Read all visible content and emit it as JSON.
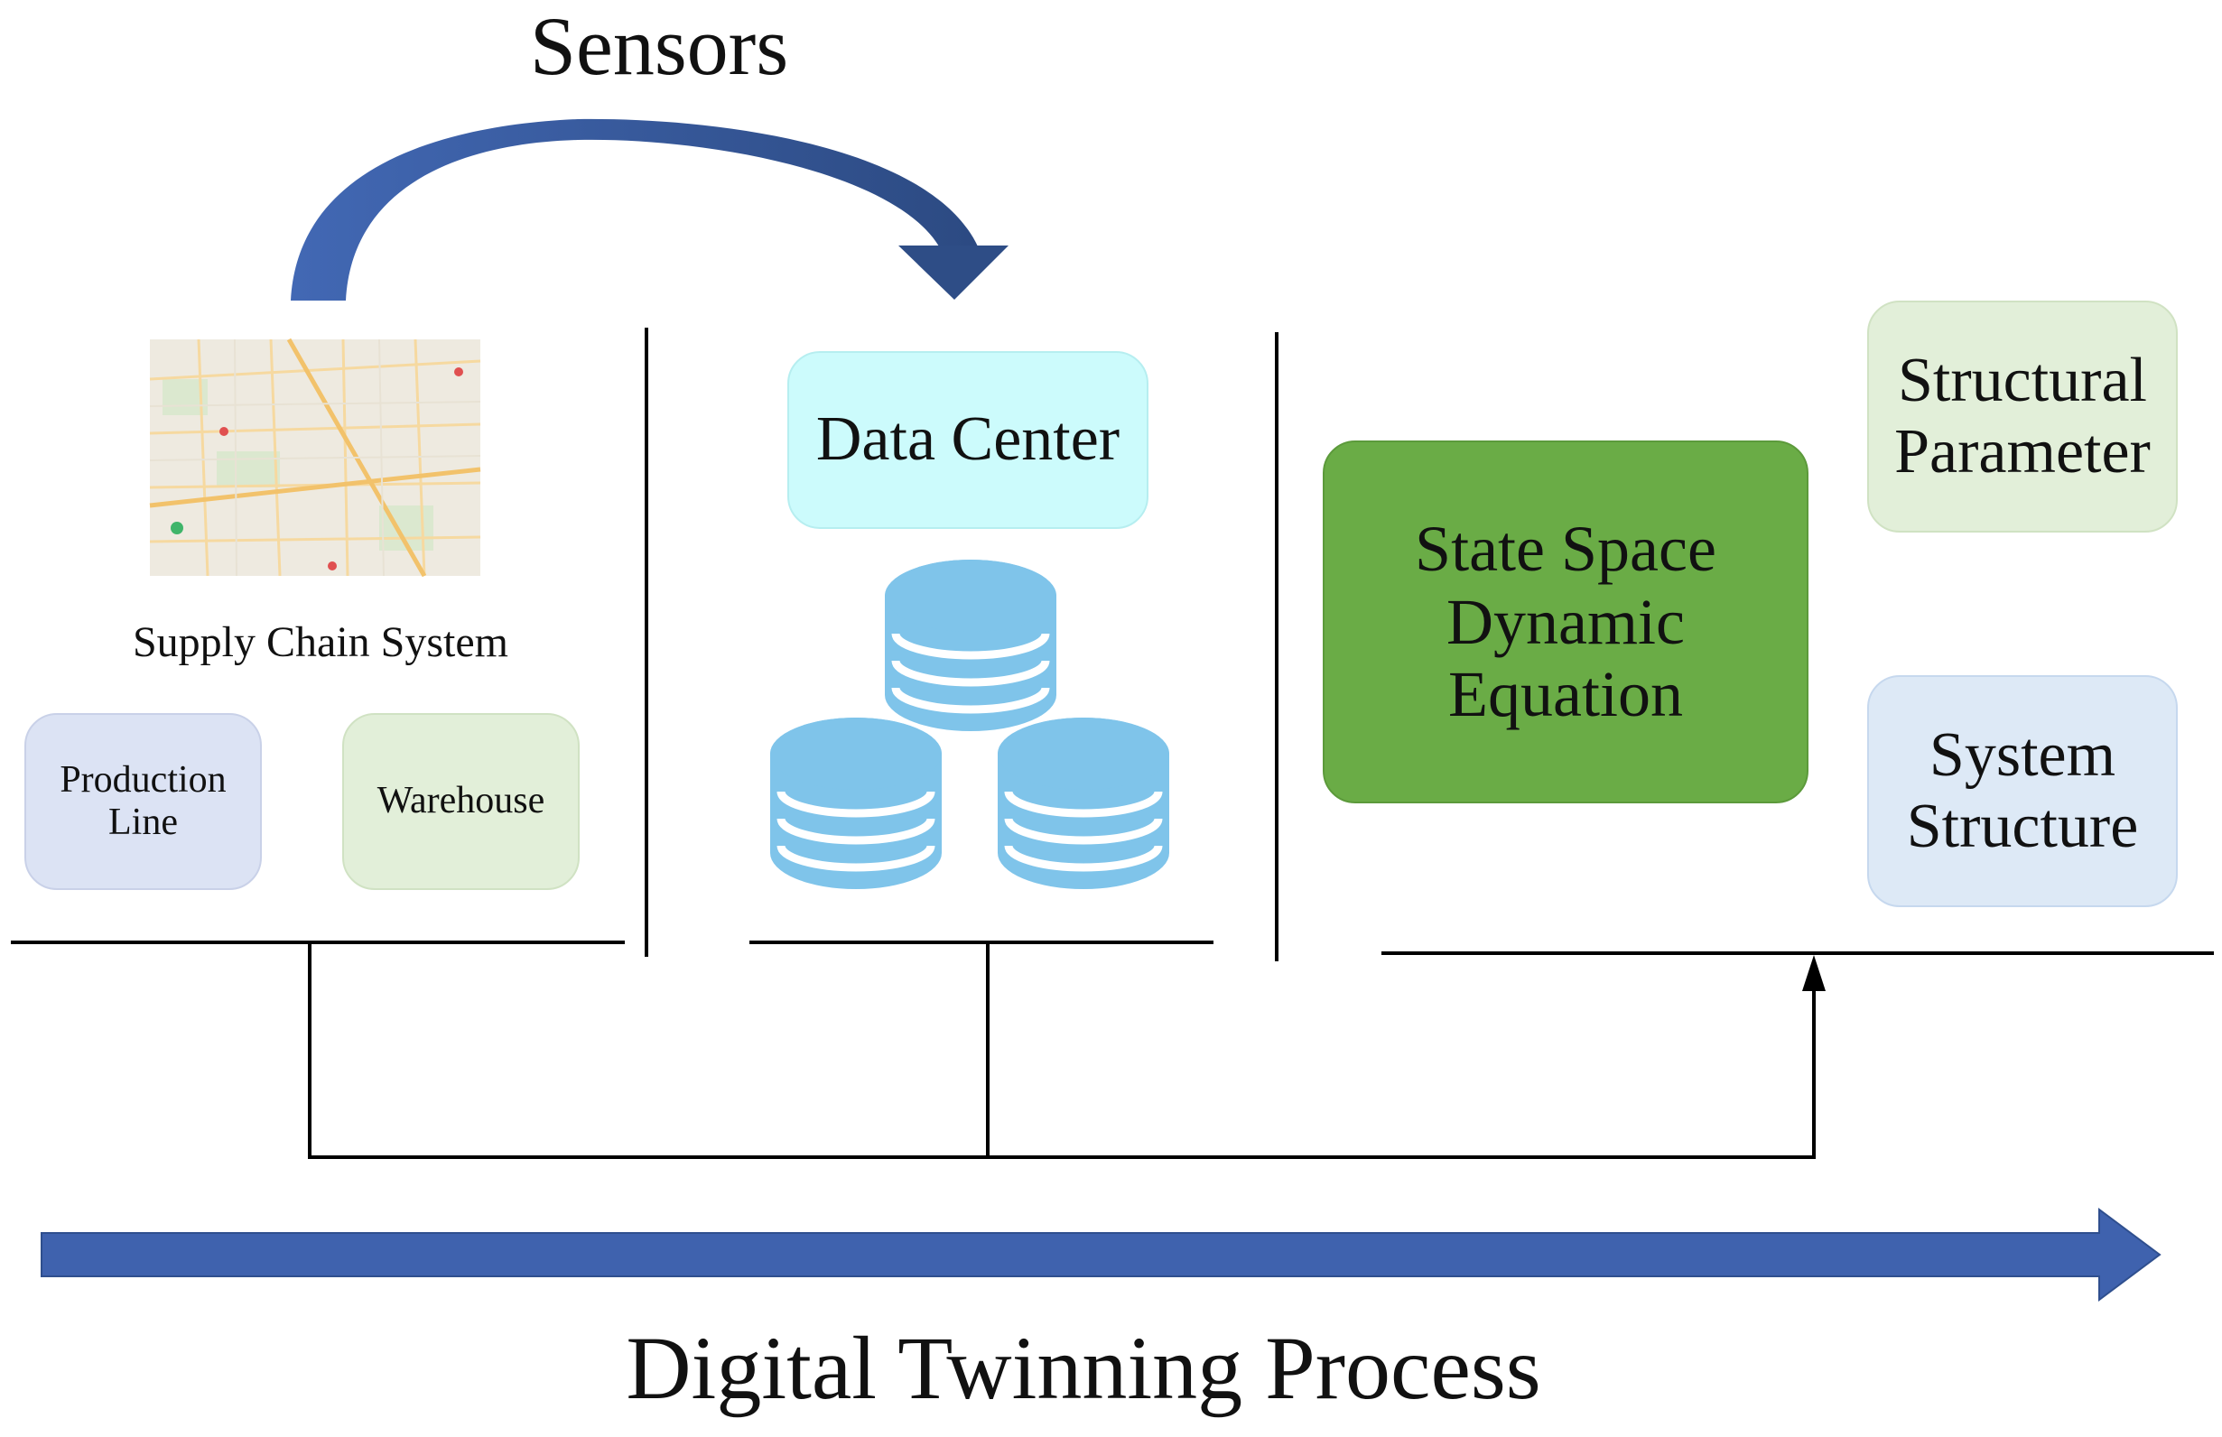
{
  "labels": {
    "sensors": "Sensors",
    "supply_chain": "Supply Chain System",
    "process": "Digital Twinning Process"
  },
  "boxes": {
    "production_line": "Production\nLine",
    "warehouse": "Warehouse",
    "data_center": "Data Center",
    "state_space": "State Space\nDynamic\nEquation",
    "structural_parameter": "Structural\nParameter",
    "system_structure": "System\nStructure"
  },
  "colors": {
    "arrow_blue": "#3f62ae",
    "arrow_dark": "#2e4d86",
    "database_blue": "#7fc4ea",
    "state_space_green": "#6aac46"
  },
  "icons": {
    "map": "map-thumbnail",
    "database": "database-icon"
  }
}
